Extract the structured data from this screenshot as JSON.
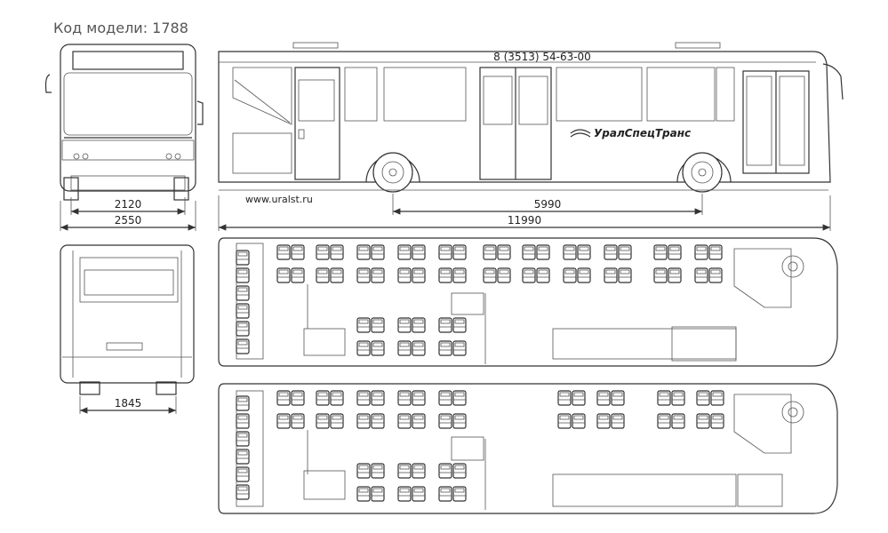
{
  "header": {
    "model_code": "Код модели: 1788"
  },
  "bus": {
    "phone": "8 (3513) 54-63-00",
    "brand": "УралСпецТранс",
    "website": "www.uralst.ru"
  },
  "dimensions": {
    "front_track": "2120",
    "width": "2550",
    "wheelbase": "5990",
    "length": "11990",
    "rear_track": "1845"
  }
}
